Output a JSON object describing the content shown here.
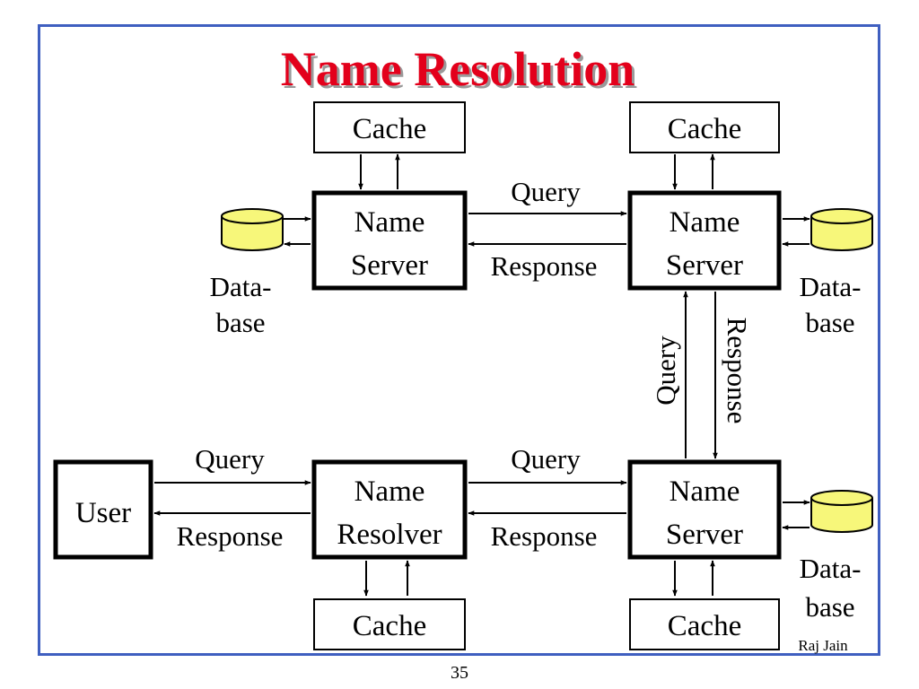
{
  "title": "Name Resolution",
  "colors": {
    "frame": "#3f5fc0",
    "title": "#e3001b",
    "database": "#f7f77a"
  },
  "nodes": {
    "cache_top_left": "Cache",
    "cache_top_right": "Cache",
    "cache_bottom_left": "Cache",
    "cache_bottom_right": "Cache",
    "name_server_top_left": [
      "Name",
      "Server"
    ],
    "name_server_top_right": [
      "Name",
      "Server"
    ],
    "name_server_bottom_right": [
      "Name",
      "Server"
    ],
    "name_resolver": [
      "Name",
      "Resolver"
    ],
    "user": "User",
    "database_left": [
      "Data-",
      "base"
    ],
    "database_top_right": [
      "Data-",
      "base"
    ],
    "database_bottom_right": [
      "Data-",
      "base"
    ]
  },
  "edges": {
    "top_query": "Query",
    "top_response": "Response",
    "vertical_query": "Query",
    "vertical_response": "Response",
    "user_query": "Query",
    "user_response": "Response",
    "resolver_query": "Query",
    "resolver_response": "Response"
  },
  "footer": {
    "author": "Raj Jain",
    "page_number": "35"
  }
}
